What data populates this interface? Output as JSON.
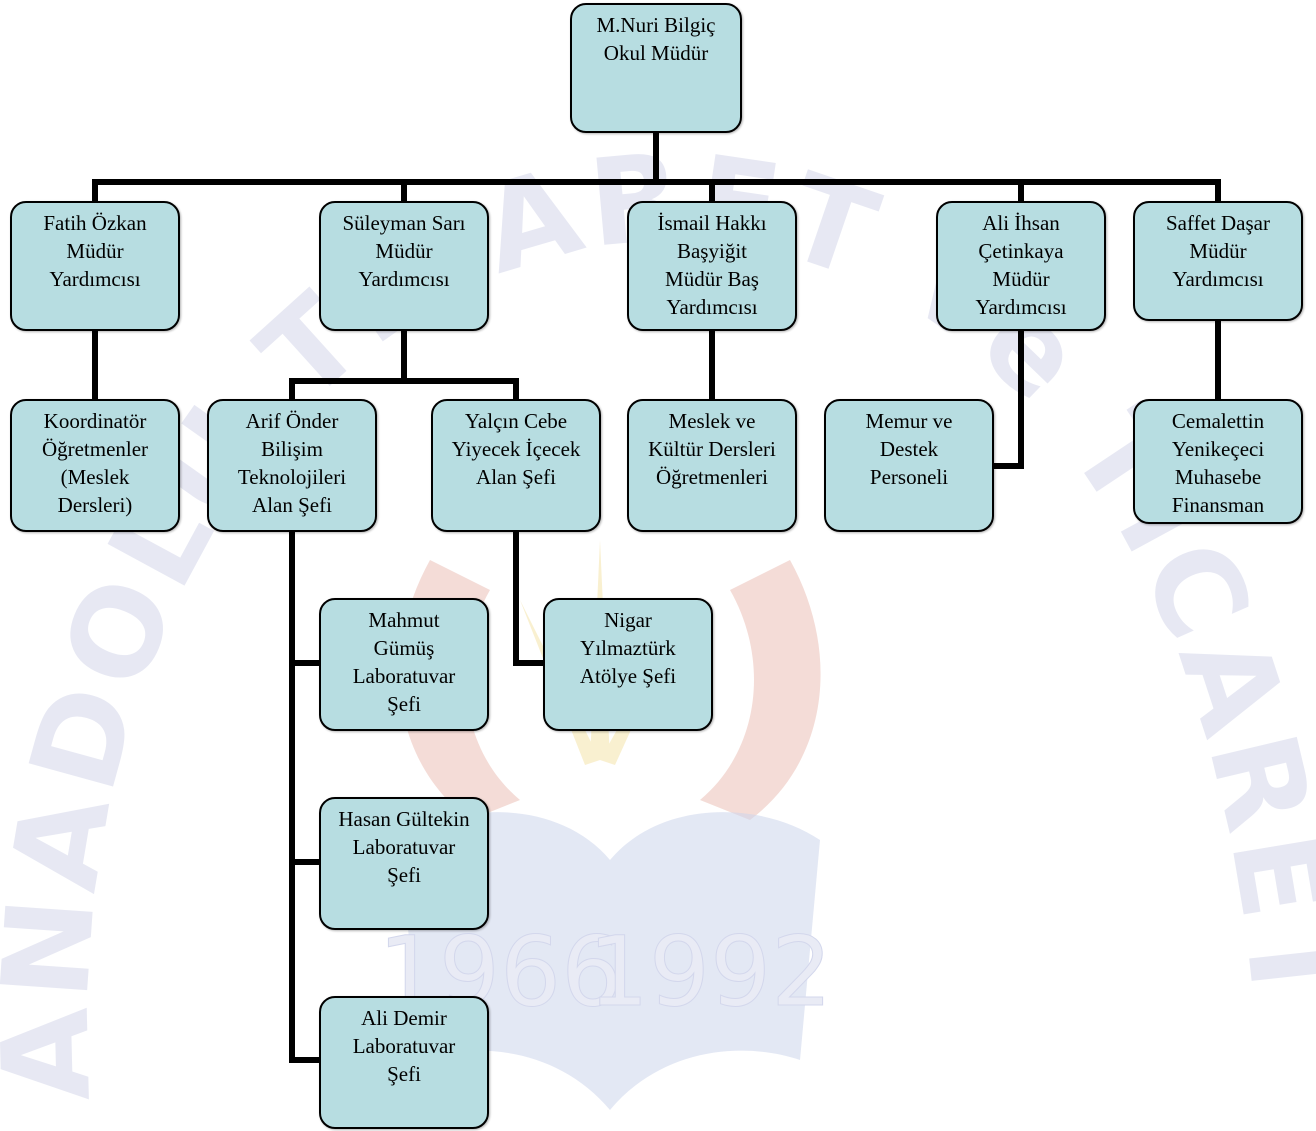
{
  "colors": {
    "node_fill": "#b7dde1",
    "connector": "#000000",
    "watermark_letters": "#bdc0dd",
    "watermark_emblem_red": "#d98c7a",
    "watermark_emblem_gold": "#f0d97a",
    "watermark_emblem_blue": "#9fb0d8"
  },
  "watermark": {
    "text": "ANADOLU TİCARET ve TİCARET MESLEK LİSESİ",
    "year_left": "1966",
    "year_right": "1992"
  },
  "nodes": {
    "principal": "M.Nuri Bilgiç\nOkul Müdür",
    "vp_fatih": "Fatih Özkan\nMüdür\nYardımcısı",
    "vp_suleyman": "Süleyman Sarı\nMüdür\nYardımcısı",
    "vp_ismail": "İsmail Hakkı\nBaşyiğit\nMüdür Baş\nYardımcısı",
    "vp_ali": "Ali İhsan\nÇetinkaya\nMüdür\nYardımcısı",
    "vp_saffet": "Saffet Daşar\nMüdür\nYardımcısı",
    "coordinators": "Koordinatör\nÖğretmenler\n(Meslek\nDersleri)",
    "arif": "Arif Önder\nBilişim\nTeknolojileri\nAlan Şefi",
    "yalcin": "Yalçın Cebe\nYiyecek İçecek\nAlan Şefi",
    "teachers": "Meslek  ve\nKültür Dersleri\nÖğretmenleri",
    "staff": "Memur ve\nDestek\nPersoneli",
    "cemalettin": "Cemalettin\nYenikeçeci\nMuhasebe\nFinansman\nAlan Şefi",
    "mahmut": "Mahmut\nGümüş\nLaboratuvar\nŞefi",
    "nigar": "Nigar\nYılmaztürk\nAtölye Şefi",
    "hasan": "Hasan Gültekin\nLaboratuvar\nŞefi",
    "ali_demir": "Ali Demir\nLaboratuvar\nŞefi"
  }
}
